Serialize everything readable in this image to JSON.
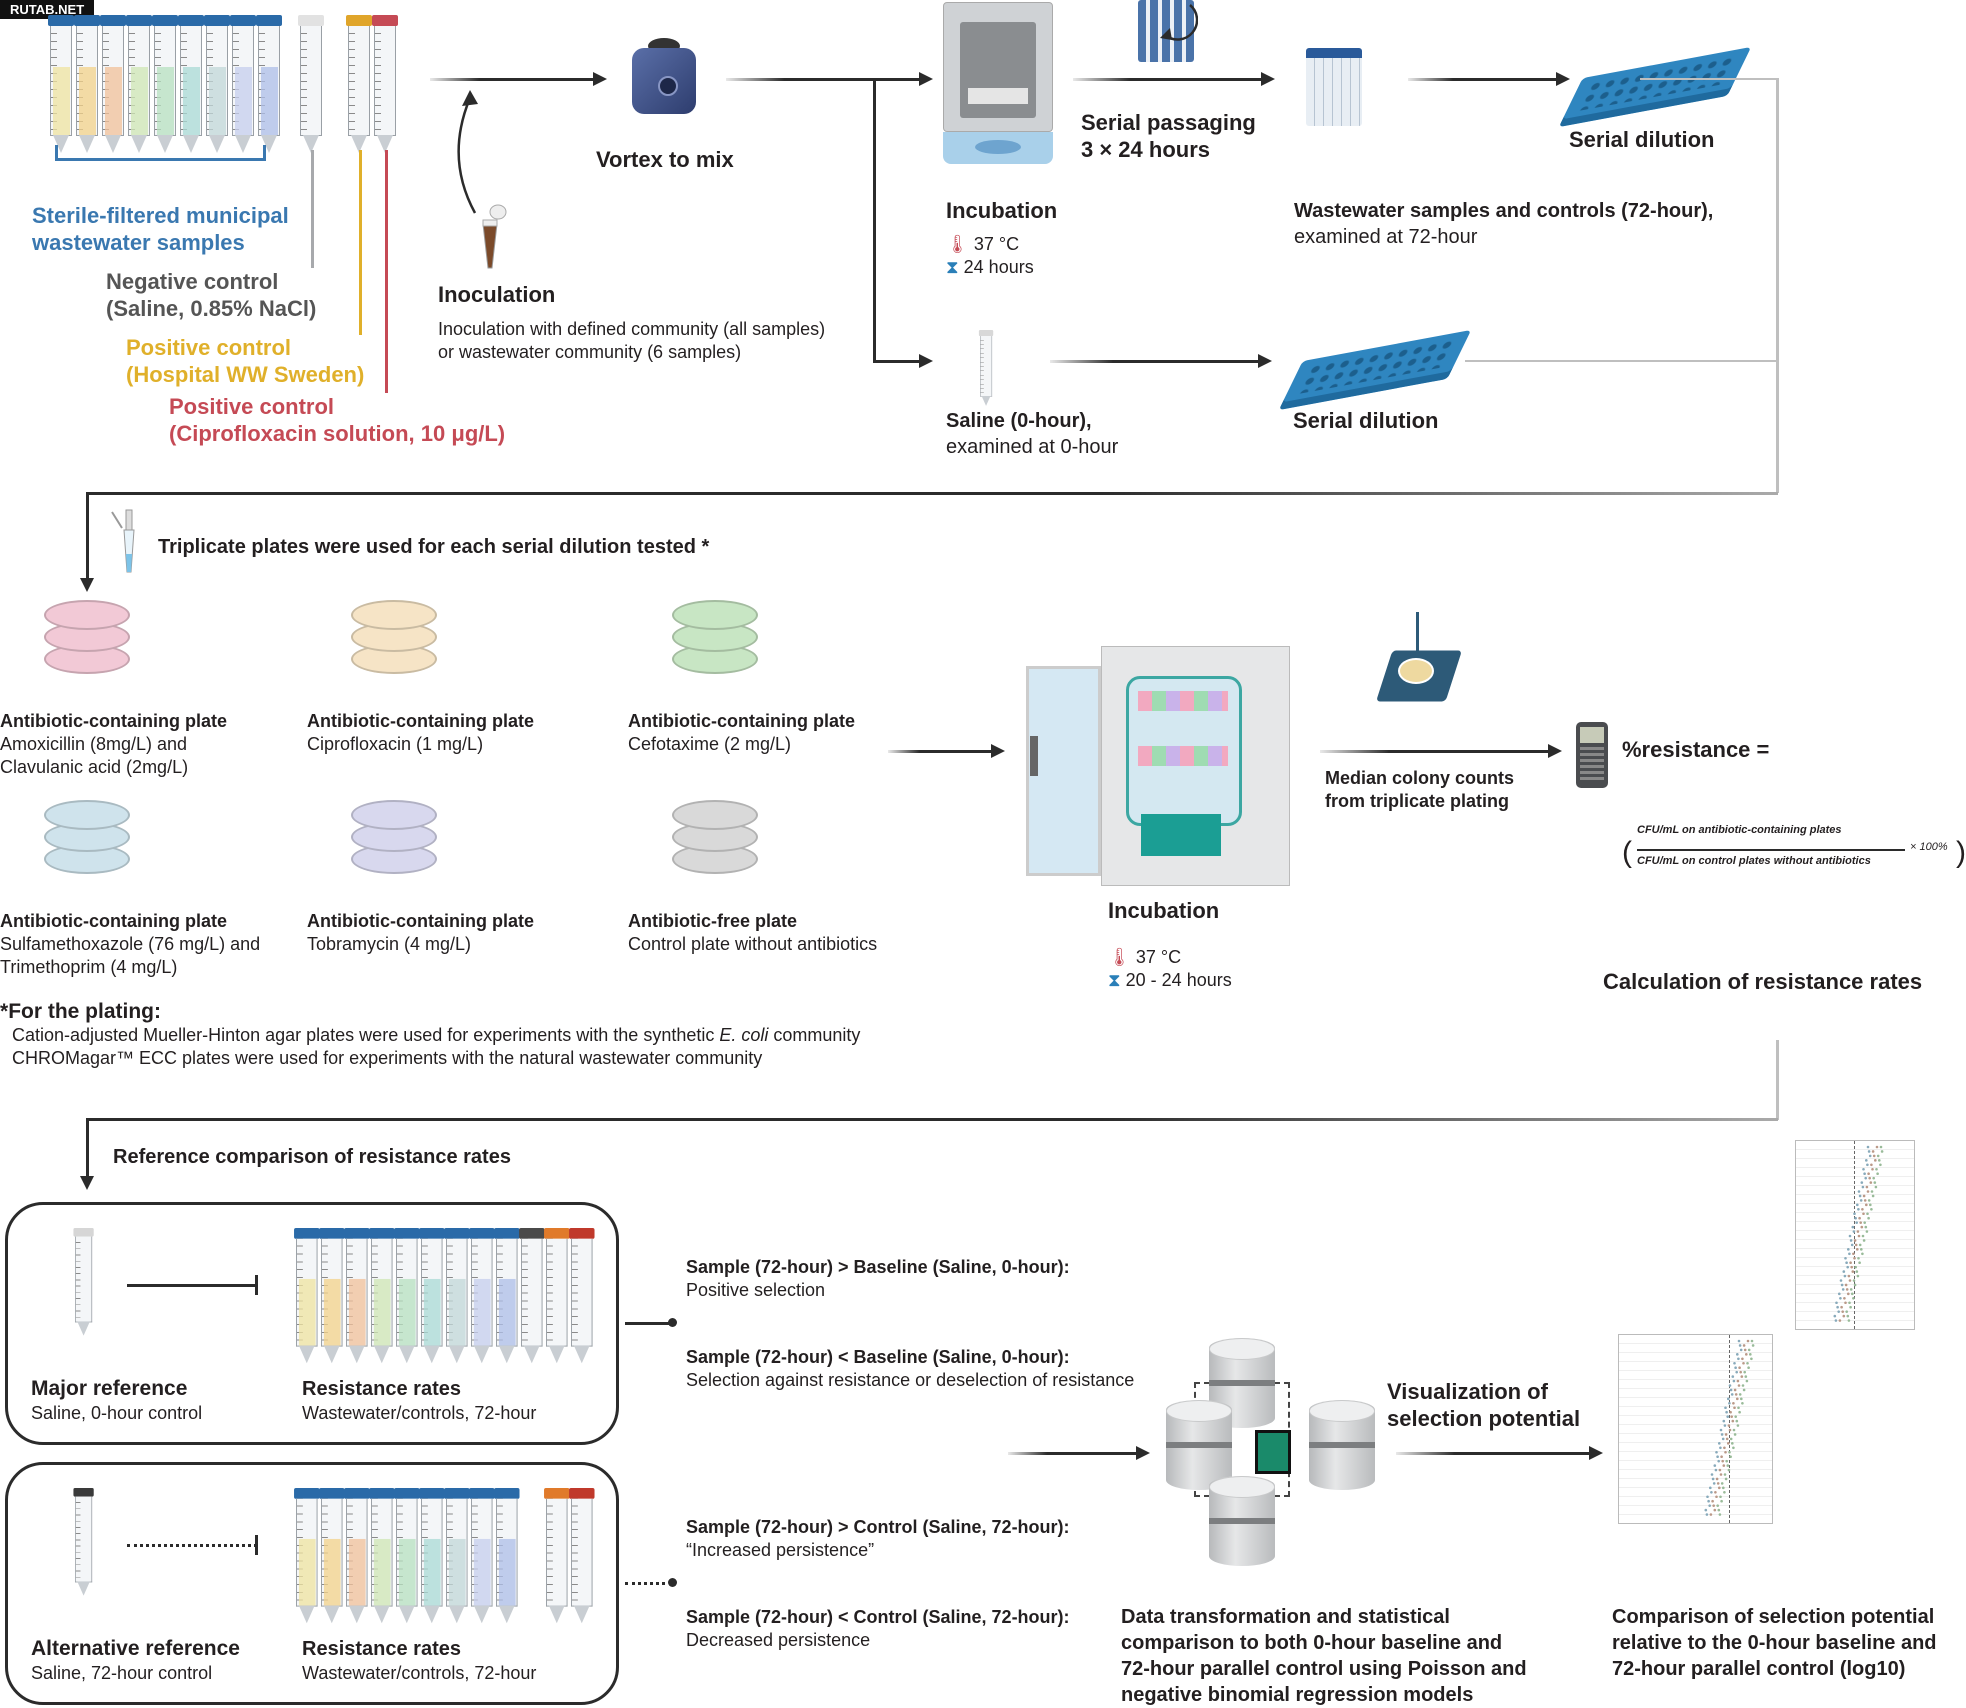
{
  "watermark": "RUTAB.NET",
  "colors": {
    "blue_cap": "#2a6aa8",
    "wastewater_label": "#3a78b0",
    "negative_control": "#a7a9ac",
    "positive_hospital": "#e0b02a",
    "positive_cipro": "#c54a55",
    "rack_blue": "#2f86c0",
    "incubator_teal": "#1b9e94"
  },
  "stage1": {
    "wastewater_label_line1": "Sterile-filtered municipal",
    "wastewater_label_line2": "wastewater samples",
    "negative_control_line1": "Negative control",
    "negative_control_line2": "(Saline, 0.85% NaCl)",
    "positive_hospital_line1": "Positive control",
    "positive_hospital_line2": "(Hospital WW Sweden)",
    "positive_cipro_line1": "Positive control",
    "positive_cipro_line2": "(Ciprofloxacin solution, 10 μg/L)",
    "vortex_label": "Vortex to mix",
    "inoculation_title": "Inoculation",
    "inoculation_line1": "Inoculation with defined community (all samples)",
    "inoculation_line2": "or wastewater community (6 samples)",
    "incubation_title": "Incubation",
    "incubation_temp": "37 °C",
    "incubation_time": "24 hours",
    "serial_passaging_line1": "Serial passaging",
    "serial_passaging_line2": "3 × 24 hours",
    "serial_dilution_top": "Serial dilution",
    "wastewater_72_title": "Wastewater samples and controls (72-hour),",
    "wastewater_72_sub": "examined at 72-hour",
    "saline_0_title": "Saline (0-hour),",
    "saline_0_sub": "examined at 0-hour",
    "serial_dilution_bottom": "Serial dilution"
  },
  "stage2": {
    "triplicate_note": "Triplicate plates were used for each serial dilution tested *",
    "plates": [
      {
        "title": "Antibiotic-containing plate",
        "line1": "Amoxicillin (8mg/L) and",
        "line2": "Clavulanic acid (2mg/L)",
        "color": "#f2c9d6"
      },
      {
        "title": "Antibiotic-containing plate",
        "line1": "Ciprofloxacin (1 mg/L)",
        "line2": "",
        "color": "#f6e4c6"
      },
      {
        "title": "Antibiotic-containing plate",
        "line1": "Cefotaxime (2 mg/L)",
        "line2": "",
        "color": "#c8e6c4"
      },
      {
        "title": "Antibiotic-containing plate",
        "line1": "Sulfamethoxazole (76 mg/L) and",
        "line2": "Trimethoprim (4 mg/L)",
        "color": "#cfe3ec"
      },
      {
        "title": "Antibiotic-containing plate",
        "line1": "Tobramycin (4 mg/L)",
        "line2": "",
        "color": "#d8d8ee"
      },
      {
        "title": "Antibiotic-free plate",
        "line1": "Control plate without antibiotics",
        "line2": "",
        "color": "#d9d9d9"
      }
    ],
    "plating_note_title": "For the plating:",
    "plating_note_asterisk": "*",
    "plating_note_line1_pre": "Cation-adjusted Mueller-Hinton agar plates were used for experiments with the synthetic ",
    "plating_note_line1_italic": "E. coli",
    "plating_note_line1_post": " community",
    "plating_note_line2": "CHROMagar™ ECC plates were used for experiments with the natural wastewater community",
    "incubation_title": "Incubation",
    "incubation_temp": "37 °C",
    "incubation_time": "20 - 24 hours",
    "colony_counts_line1": "Median colony counts",
    "colony_counts_line2": "from triplicate plating",
    "resistance_formula_label": "%resistance =",
    "formula_numerator": "CFU/mL on antibiotic-containing plates",
    "formula_denominator": "CFU/mL on control plates without antibiotics",
    "formula_multiplier": "× 100%",
    "calculation_title": "Calculation of resistance rates"
  },
  "stage3": {
    "section_title": "Reference comparison of resistance rates",
    "major_ref_title": "Major reference",
    "major_ref_sub": "Saline, 0-hour control",
    "major_rates_title": "Resistance rates",
    "major_rates_sub": "Wastewater/controls, 72-hour",
    "alt_ref_title": "Alternative reference",
    "alt_ref_sub": "Saline, 72-hour control",
    "alt_rates_title": "Resistance rates",
    "alt_rates_sub": "Wastewater/controls, 72-hour",
    "outcomes": [
      {
        "title": "Sample (72-hour) > Baseline (Saline, 0-hour):",
        "desc": "Positive selection"
      },
      {
        "title": "Sample (72-hour) < Baseline (Saline, 0-hour):",
        "desc": "Selection against resistance or deselection of resistance"
      },
      {
        "title": "Sample (72-hour) > Control (Saline, 72-hour):",
        "desc": "“Increased persistence”"
      },
      {
        "title": "Sample (72-hour) < Control (Saline, 72-hour):",
        "desc": "Decreased persistence"
      }
    ],
    "visualization_line1": "Visualization of",
    "visualization_line2": "selection potential",
    "data_transform_line1": "Data transformation and statistical",
    "data_transform_line2": "comparison to both 0-hour baseline and",
    "data_transform_line3": "72-hour parallel control using Poisson and",
    "data_transform_line4": "negative binomial regression models",
    "comparison_line1": "Comparison of selection potential",
    "comparison_line2": "relative to the 0-hour baseline and",
    "comparison_line3": "72-hour parallel control (log10)"
  }
}
